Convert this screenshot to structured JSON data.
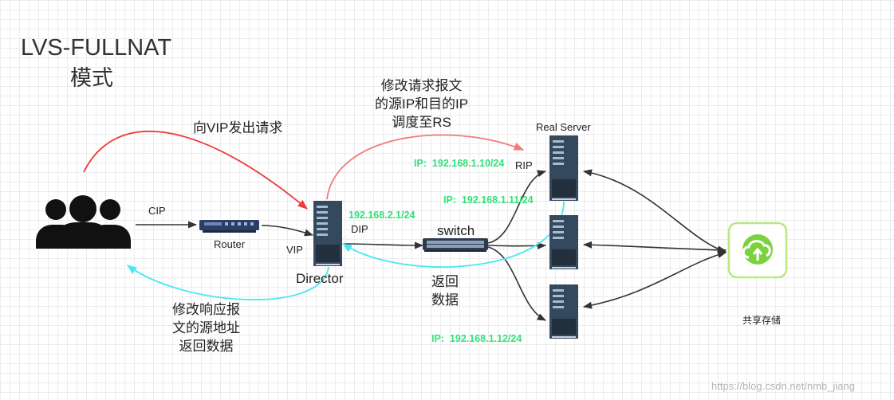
{
  "title": {
    "line1": "LVS-FULLNAT",
    "line2": "模式"
  },
  "labels": {
    "request": "向VIP发出请求",
    "modify_request": "修改请求报文\n的源IP和目的IP\n调度至RS",
    "real_server": "Real Server",
    "cip": "CIP",
    "router": "Router",
    "vip": "VIP",
    "director": "Director",
    "dip": "DIP",
    "rip": "RIP",
    "switch": "switch",
    "return_data": "返回\n数据",
    "modify_response": "修改响应报\n文的源地址\n返回数据",
    "shared_storage": "共享存储"
  },
  "ips": {
    "dip": "192.168.2.1/24",
    "rs1": "IP:  192.168.1.10/24",
    "rs2": "IP:  192.168.1.11/24",
    "rs3": "IP:  192.168.1.12/24"
  },
  "watermark": "https://blog.csdn.net/nmb_jiang",
  "colors": {
    "request_arrow": "#ee3b3b",
    "modify_arrow": "#f07a7a",
    "response_arrow": "#47e8f0",
    "link": "#333333",
    "ip_text": "#33e07a",
    "server_body": "#34495e",
    "storage_border": "#b7ea7d",
    "storage_fill": "#7bd23f"
  },
  "icons": {
    "clients": "users-group-icon",
    "router": "router-icon",
    "director": "server-icon",
    "switch": "switch-icon",
    "real_servers": "server-icon",
    "storage": "cloud-upload-icon"
  }
}
